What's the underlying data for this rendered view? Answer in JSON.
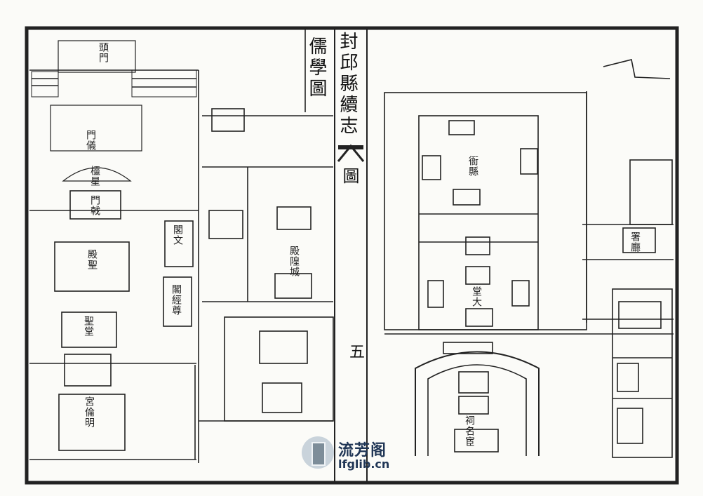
{
  "title_left": "儒學圖",
  "title_center": "封邱縣續志",
  "tu": "圖",
  "folio": "五",
  "labels": {
    "a": "頭門",
    "b": "門儀",
    "c": "欞星",
    "d": "門戟",
    "e": "殿聖",
    "f": "聖堂",
    "g": "宮倫明",
    "h": "閣文",
    "i": "閣經尊",
    "j": "殿隍城",
    "k": "衙縣",
    "l": "堂大",
    "m": "署廳",
    "n": "祠名宦"
  },
  "watermark": {
    "name": "流芳阁",
    "url": "lfglib.cn"
  }
}
